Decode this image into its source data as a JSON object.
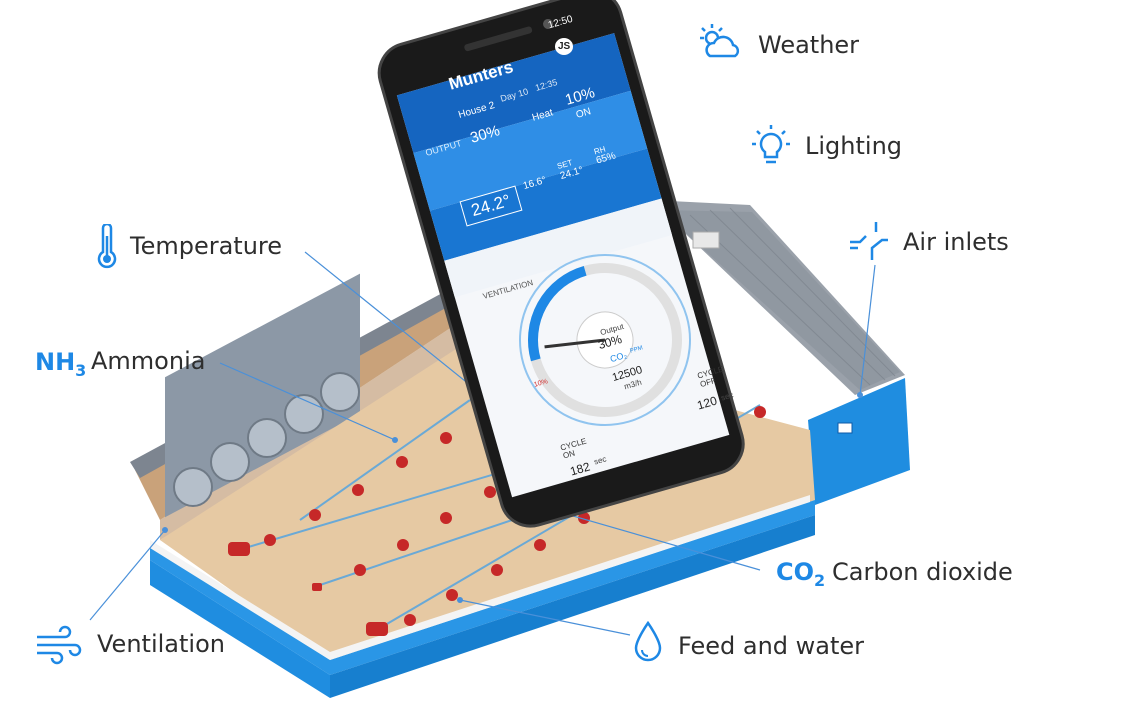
{
  "labels": {
    "weather": "Weather",
    "lighting": "Lighting",
    "temperature": "Temperature",
    "air_inlets": "Air inlets",
    "ammonia_formula": "NH",
    "ammonia_sub": "3",
    "ammonia": "Ammonia",
    "co2_formula": "CO",
    "co2_sub": "2",
    "carbon_dioxide": "Carbon dioxide",
    "ventilation": "Ventilation",
    "feed_and_water": "Feed and water"
  },
  "phone": {
    "status_time": "12:50",
    "avatar": "JS",
    "brand": "Munters",
    "house": "House 2",
    "day": "Day 10",
    "clock": "12:35",
    "heat_label": "Heat",
    "heat_value": "10%",
    "heat_state": "ON",
    "output_label": "OUTPUT",
    "output_value": "30%",
    "temp_main": "24.2°",
    "outside_temp": "16.6°",
    "set_label": "SET",
    "set_value": "24.1°",
    "rh_label": "RH",
    "rh_value": "65%",
    "ventilation_label": "VENTILATION",
    "gauge_output_label": "Output",
    "gauge_output_value": "30%",
    "gauge_co2_label": "CO₂",
    "gauge_co2_unit": "PPM",
    "gauge_flow_value": "12500",
    "gauge_flow_unit": "m3/h",
    "gauge_left_pct": "10%",
    "cycle_off_label": "CYCLE",
    "cycle_off_state": "OFF",
    "cycle_off_value": "120",
    "cycle_off_unit": "sec",
    "cycle_on_label": "CYCLE",
    "cycle_on_state": "ON",
    "cycle_on_value": "182",
    "cycle_on_unit": "sec"
  },
  "colors": {
    "accent": "#1e88e5",
    "app_blue": "#1976d2",
    "wall_blue": "#1f8de0",
    "floor": "#e6c9a3",
    "roof": "#8e959f",
    "feeder_red": "#c62828"
  },
  "icons": [
    "weather-icon",
    "lighting-icon",
    "temperature-icon",
    "air-inlets-icon",
    "ventilation-icon",
    "water-drop-icon"
  ]
}
